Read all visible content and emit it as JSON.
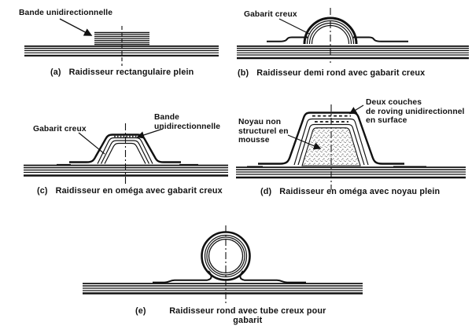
{
  "meta": {
    "background_color": "#ffffff",
    "ink_color": "#111111",
    "figure_kind": "technical cross-section diagram of composite stiffeners"
  },
  "panels": {
    "a": {
      "tag": "(a)",
      "caption": "Raidisseur rectangulaire plein",
      "label_band": "Bande unidirectionnelle"
    },
    "b": {
      "tag": "(b)",
      "caption": "Raidisseur demi rond avec gabarit creux",
      "label_gabarit": "Gabarit creux"
    },
    "c": {
      "tag": "(c)",
      "caption": "Raidisseur en oméga avec gabarit creux",
      "label_gabarit": "Gabarit creux",
      "label_band": "Bande\nunidirectionnelle"
    },
    "d": {
      "tag": "(d)",
      "caption": "Raidisseur en oméga avec noyau plein",
      "label_core": "Noyau non\nstructurel en\nmousse",
      "label_roving": "Deux couches\nde roving unidirectionnel\nen surface"
    },
    "e": {
      "tag": "(e)",
      "caption": "Raidisseur rond avec tube creux pour\ngabarit"
    }
  }
}
